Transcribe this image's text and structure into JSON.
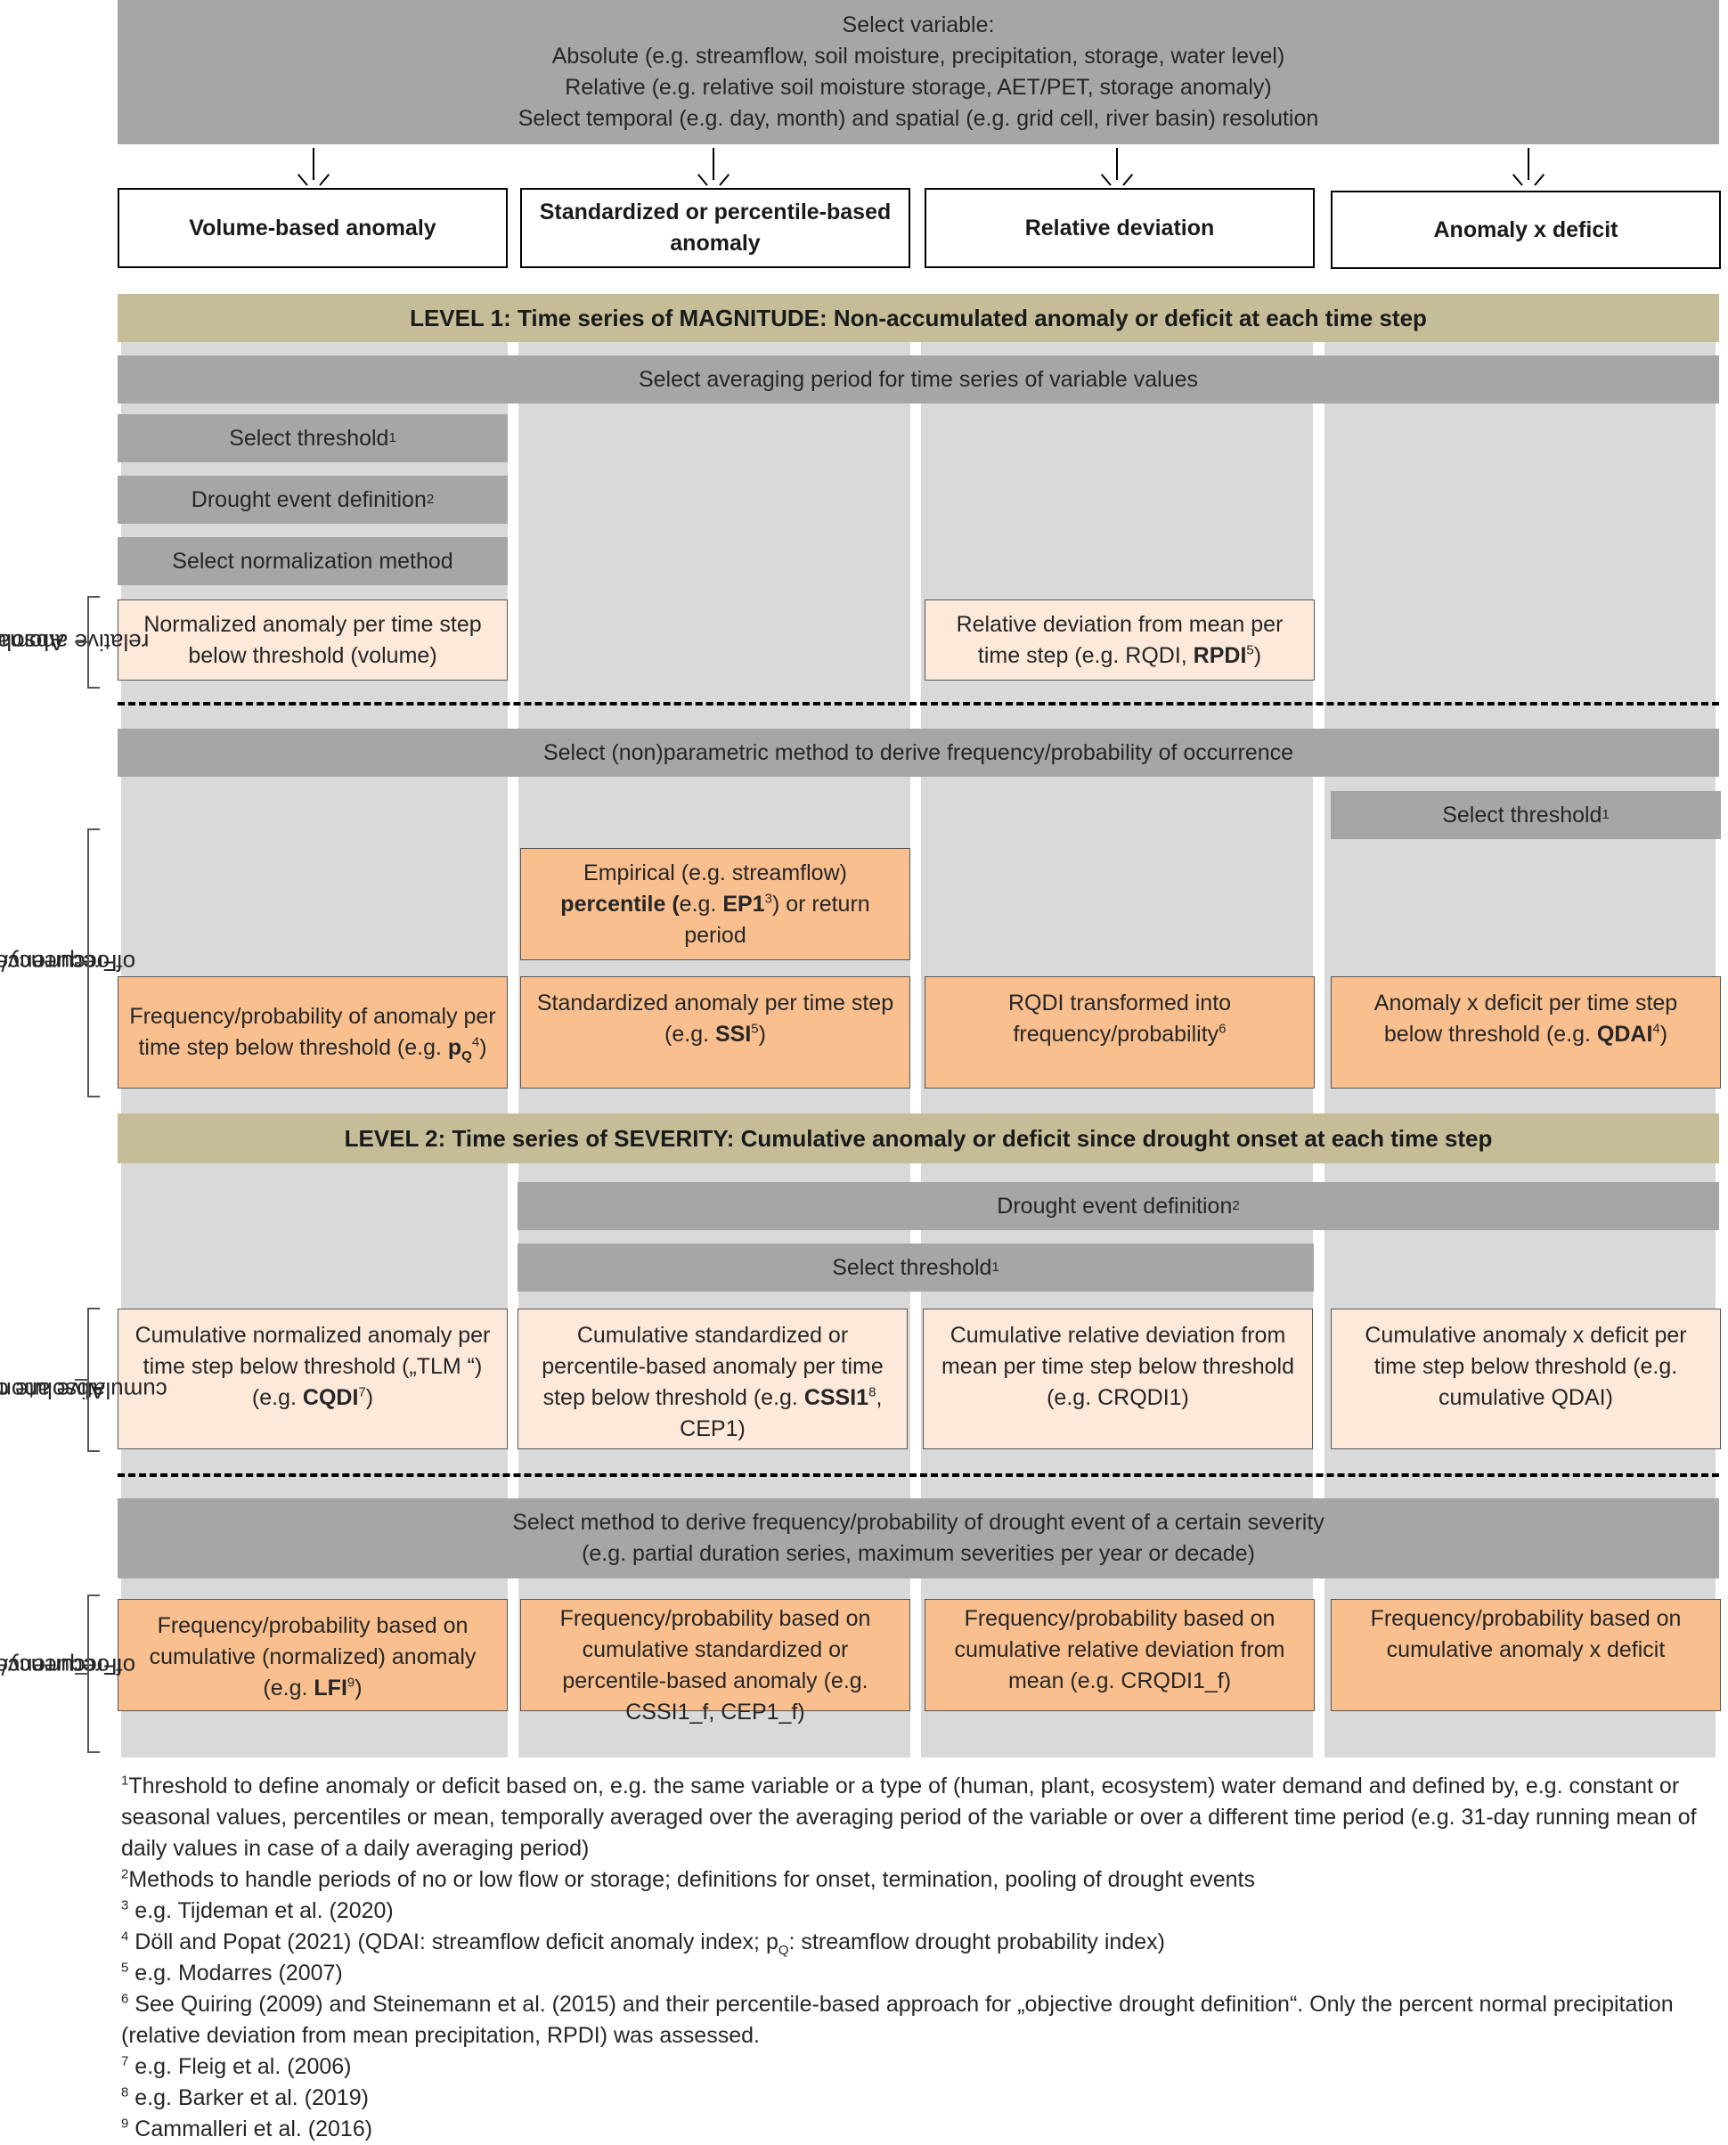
{
  "top_box": {
    "line1": "Select variable:",
    "line2": "Absolute (e.g. streamflow, soil moisture, precipitation, storage, water level)",
    "line3": "Relative (e.g. relative soil moisture storage, AET/PET, storage anomaly)",
    "line4": "Select temporal (e.g. day, month) and spatial (e.g. grid cell, river basin) resolution"
  },
  "columns": [
    "Volume-based anomaly",
    "Standardized or percentile-based anomaly",
    "Relative deviation",
    "Anomaly x deficit"
  ],
  "level1": {
    "title": "LEVEL 1: Time series of MAGNITUDE: Non-accumulated anomaly or deficit at each time step",
    "averaging": "Select averaging period for time series of variable values",
    "threshold": "Select threshold",
    "event_def": "Drought event definition",
    "normalization": "Select normalization method",
    "norm_anomaly": "Normalized anomaly per time step below threshold (volume)",
    "rel_dev_a": "Relative deviation from mean per time step (e.g. RQDI, ",
    "rel_dev_b": "RPDI",
    "rel_dev_c": ")",
    "param_method": "Select (non)parametric method to derive frequency/probability of occurrence",
    "threshold_col4": "Select threshold",
    "empirical_a": "Empirical (e.g. streamflow) ",
    "empirical_b": "percentile (",
    "empirical_c": "e.g. ",
    "empirical_d": "EP1",
    "empirical_e": ") or return period",
    "freq_anom_a": "Frequency/probability of anomaly per time step below threshold (e.g. ",
    "freq_anom_b": "p",
    "freq_anom_sub": "Q",
    "freq_anom_c": ")",
    "std_anom_a": "Standardized anomaly per time step (e.g. ",
    "std_anom_b": "SSI",
    "std_anom_c": ")",
    "rqdi_trans": "RQDI transformed into frequency/probability",
    "anom_def_a": "Anomaly x deficit per time step below threshold (e.g. ",
    "anom_def_b": "QDAI",
    "anom_def_c": ")"
  },
  "level2": {
    "title": "LEVEL 2: Time series of SEVERITY: Cumulative anomaly or deficit since drought onset at each time step",
    "event_def": "Drought event definition",
    "threshold": "Select threshold",
    "cum_norm_a": "Cumulative normalized anomaly per time step below threshold („TLM “) (e.g. ",
    "cum_norm_b": "CQDI",
    "cum_norm_c": ")",
    "cum_std_a": "Cumulative standardized or percentile-based anomaly per time step below threshold (e.g. ",
    "cum_std_b": "CSSI1",
    "cum_std_c": ", CEP1)",
    "cum_rel": "Cumulative relative deviation from mean per time step below threshold (e.g. CRQDI1)",
    "cum_anom_def": "Cumulative anomaly x deficit per time step below threshold (e.g. cumulative QDAI)",
    "method_line1": "Select method to derive frequency/probability of drought event of a certain severity",
    "method_line2": "(e.g. partial duration series, maximum severities per year or decade)",
    "freq1_a": "Frequency/probability based on cumulative (normalized) anomaly (e.g. ",
    "freq1_b": "LFI",
    "freq1_c": ")",
    "freq2": "Frequency/probability based on cumulative standardized or percentile-based anomaly (e.g. CSSI1_f, CEP1_f)",
    "freq3": "Frequency/probability based on cumulative relative deviation from mean (e.g. CRQDI1_f)",
    "freq4": "Frequency/probability based on cumulative anomaly x deficit"
  },
  "side_labels": {
    "s1_line1": "Absolute or",
    "s1_line2": "relative anomaly",
    "s2_line1": "Frequency/probability",
    "s2_line2": "of occurrence",
    "s3_line1": "Absolute or relative",
    "s3_line2": "cumulative anomaly",
    "s4_line1": "Frequency/probability",
    "s4_line2": "of occurrence"
  },
  "sup": {
    "n1": "1",
    "n2": "2",
    "n3": "3",
    "n4": "4",
    "n5": "5",
    "n6": "6",
    "n7": "7",
    "n8": "8",
    "n9": "9"
  },
  "footnotes": [
    "Threshold to define anomaly or deficit based on, e.g. the same variable or a type of (human, plant, ecosystem) water demand and defined by, e.g. constant or seasonal values, percentiles or mean, temporally averaged over the averaging period of the variable or over a different time period (e.g. 31-day running mean of daily values in case of a daily averaging period)",
    "Methods to handle periods of no or low flow or storage; definitions for onset, termination, pooling of drought events",
    "e.g. Tijdeman et al. (2020)",
    "Döll and Popat (2021) (QDAI: streamflow deficit anomaly index; p",
    "e.g. Modarres (2007)",
    "See Quiring (2009) and Steinemann et al. (2015) and their percentile-based approach for „objective drought definition“. Only the percent normal precipitation (relative deviation from mean precipitation, RPDI) was assessed.",
    "e.g. Fleig et al. (2006)",
    "e.g. Barker et al. (2019)",
    "Cammalleri et al. (2016)"
  ],
  "footnote4_sub": "Q",
  "footnote4_tail": ": streamflow drought probability index)"
}
